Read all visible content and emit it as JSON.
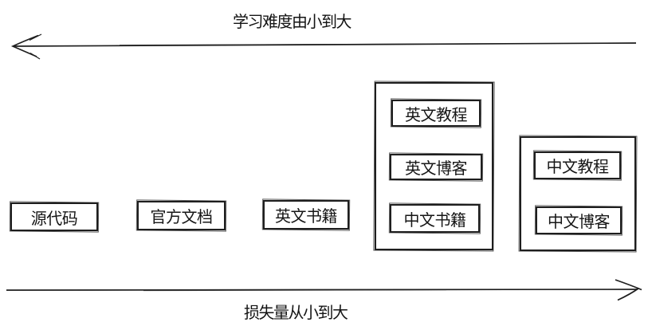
{
  "colors": {
    "ink": "#1e1e1e",
    "background": "#ffffff"
  },
  "axes": {
    "top": {
      "label": "学习难度由小到大",
      "arrow_direction": "left"
    },
    "bottom": {
      "label": "损失量从小到大",
      "arrow_direction": "right"
    }
  },
  "nodes": [
    {
      "id": "source-code",
      "label": "源代码"
    },
    {
      "id": "official-docs",
      "label": "官方文档"
    },
    {
      "id": "english-books",
      "label": "英文书籍"
    }
  ],
  "groups": [
    {
      "id": "group-english-and-chinese-books",
      "children": [
        {
          "id": "english-tutorials",
          "label": "英文教程"
        },
        {
          "id": "english-blogs",
          "label": "英文博客"
        },
        {
          "id": "chinese-books",
          "label": "中文书籍"
        }
      ]
    },
    {
      "id": "group-chinese-tutorials-blogs",
      "children": [
        {
          "id": "chinese-tutorials",
          "label": "中文教程"
        },
        {
          "id": "chinese-blogs",
          "label": "中文博客"
        }
      ]
    }
  ]
}
